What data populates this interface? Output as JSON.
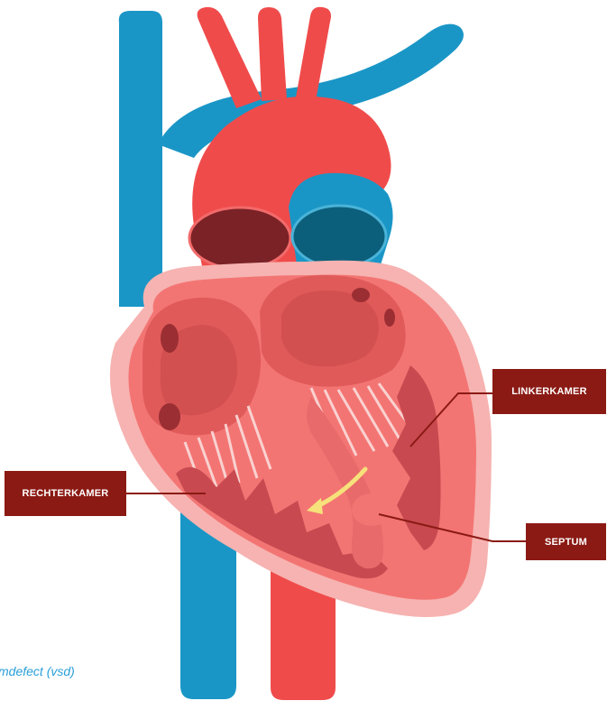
{
  "labels": {
    "left_ventricle": "LINKERKAMER",
    "right_ventricle": "RECHTERKAMER",
    "septum": "SEPTUM"
  },
  "caption": "mdefect (vsd)",
  "colors": {
    "vein_blue": "#1a96c6",
    "artery_red": "#f04b4b",
    "heart_outer": "#f6b3b1",
    "heart_body": "#f37573",
    "chamber": "#e05a5a",
    "muscle": "#c84a50",
    "label_bg": "#8b1a14",
    "arrow": "#f6e17a",
    "caption": "#2a9fd8"
  }
}
